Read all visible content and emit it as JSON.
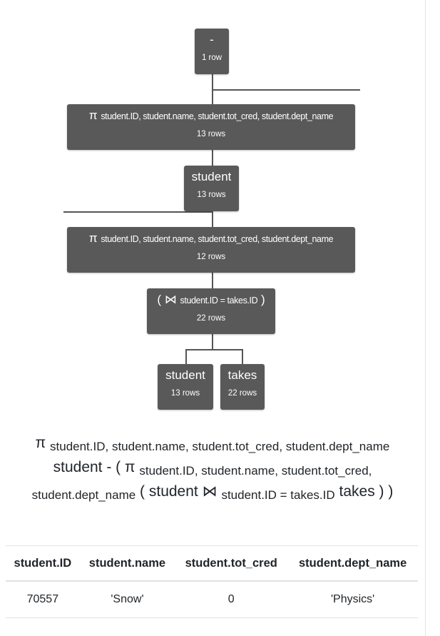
{
  "tree": {
    "root": {
      "label": "-",
      "rows": "1 row"
    },
    "projection_top": {
      "symbol": "π",
      "attrs": "student.ID, student.name, student.tot_cred, student.dept_name",
      "rows": "13 rows"
    },
    "student_left": {
      "label": "student",
      "rows": "13 rows"
    },
    "projection_inner": {
      "symbol": "π",
      "attrs": "student.ID, student.name, student.tot_cred, student.dept_name",
      "rows": "12 rows"
    },
    "join": {
      "open": "(",
      "symbol": "⋈",
      "condition": "student.ID = takes.ID",
      "close": ")",
      "rows": "22 rows"
    },
    "student_leaf": {
      "label": "student",
      "rows": "13 rows"
    },
    "takes_leaf": {
      "label": "takes",
      "rows": "22 rows"
    }
  },
  "expression": {
    "pi1": "π",
    "attrs1": "student.ID, student.name, student.tot_cred, student.dept_name",
    "middle": "student - ( π",
    "attrs2a": "student.ID, student.name, student.tot_cred,",
    "attrs2b": "student.dept_name",
    "join_open": "( student ⋈",
    "join_cond": "student.ID = takes.ID",
    "join_close": "takes ) )"
  },
  "table": {
    "headers": [
      "student.ID",
      "student.name",
      "student.tot_cred",
      "student.dept_name"
    ],
    "rows": [
      [
        "70557",
        "'Snow'",
        "0",
        "'Physics'"
      ]
    ]
  }
}
